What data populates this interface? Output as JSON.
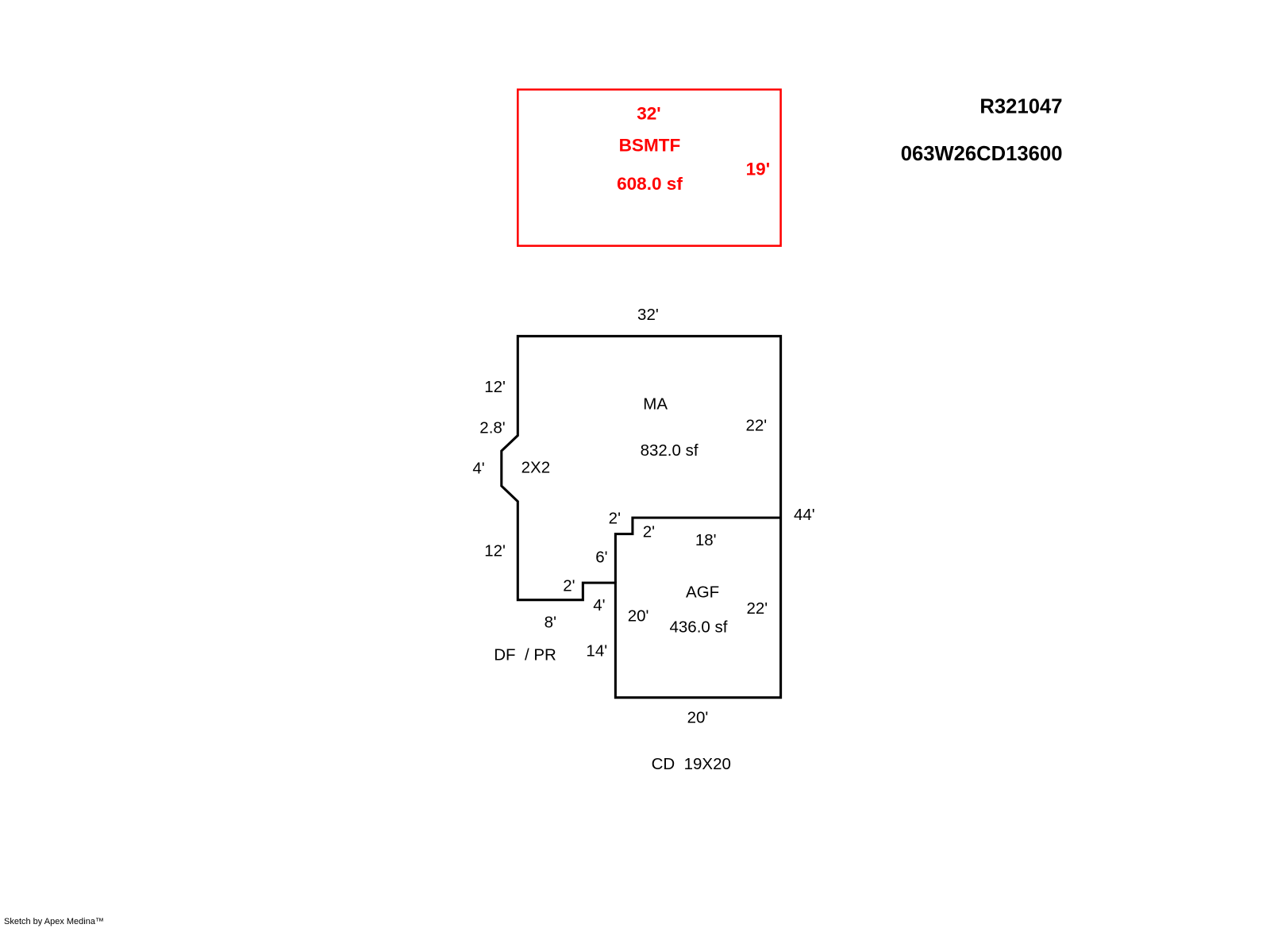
{
  "header": {
    "parcel_id": "R321047",
    "map_number": "063W26CD13600"
  },
  "basement": {
    "width_label": "32'",
    "name": "BSMTF",
    "area": "608.0 sf",
    "depth_label": "19'",
    "color": "#ff0000"
  },
  "main_area": {
    "top_label": "32'",
    "left_upper_label": "12'",
    "name": "MA",
    "bay_offset_label": "2.8'",
    "right_label": "22'",
    "area": "832.0 sf",
    "bay_width_label": "4'",
    "bay_name": "2X2",
    "total_right_label": "44'",
    "step_top_label": "2'",
    "step_side_label": "2'",
    "left_lower_label": "12'",
    "step_vertical_label": "6'",
    "notch_label": "2'",
    "notch_depth_label": "4'",
    "bottom_label": "8'"
  },
  "garage": {
    "top_label": "18'",
    "name": "AGF",
    "right_label": "22'",
    "left_label": "20'",
    "area": "436.0 sf",
    "left_lower_label": "14'",
    "bottom_label": "20'"
  },
  "annotations": {
    "deck": "DF  / PR",
    "carport": "CD  19X20"
  },
  "footer": {
    "credit": "Sketch by Apex Medina™"
  }
}
